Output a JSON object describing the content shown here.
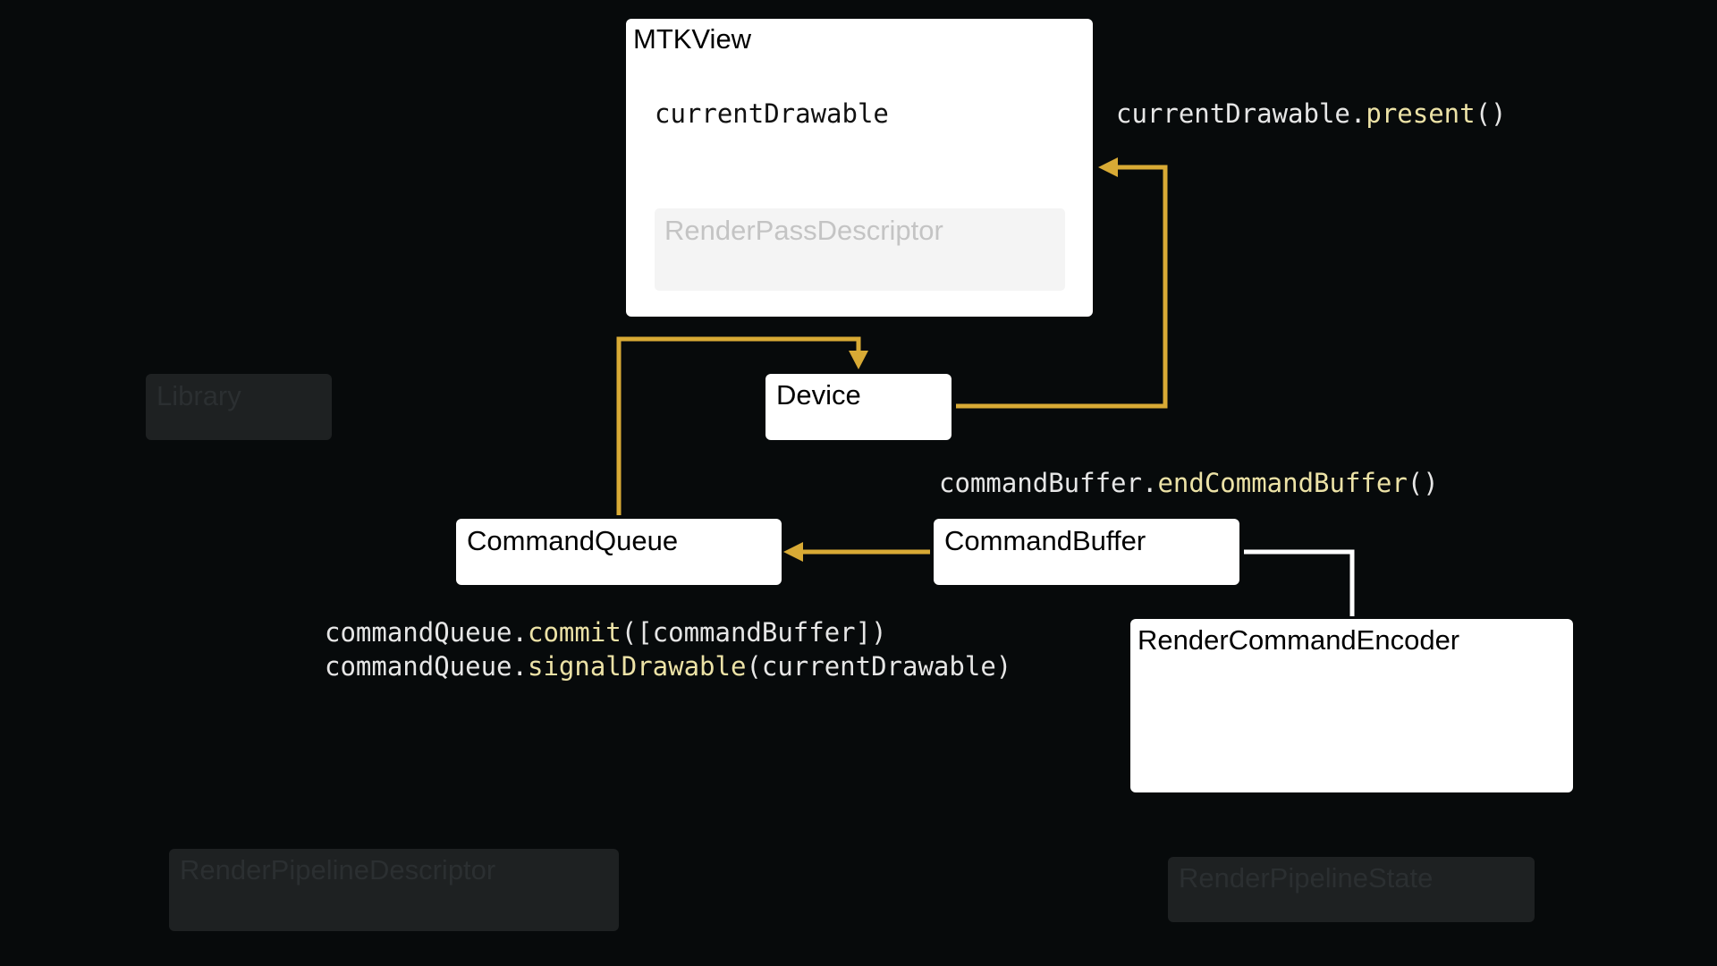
{
  "colors": {
    "background": "#070a0b",
    "box_active": "#ffffff",
    "box_inactive": "#1e2122",
    "arrow": "#d8aa35",
    "code_text": "#e6e6e6",
    "code_function": "#ece2a6"
  },
  "nodes": {
    "mtkview": {
      "title": "MTKView",
      "property": "currentDrawable",
      "render_pass_descriptor": "RenderPassDescriptor"
    },
    "library": "Library",
    "device": "Device",
    "command_queue": "CommandQueue",
    "command_buffer": "CommandBuffer",
    "render_command_encoder": "RenderCommandEncoder",
    "render_pipeline_descriptor": "RenderPipelineDescriptor",
    "render_pipeline_state": "RenderPipelineState"
  },
  "code": {
    "present": {
      "object": "currentDrawable.",
      "call": "present",
      "args": "()"
    },
    "end_command_buffer": {
      "object": "commandBuffer.",
      "call": "endCommandBuffer",
      "args": "()"
    },
    "commit": {
      "object": "commandQueue.",
      "call": "commit",
      "args": "([commandBuffer])"
    },
    "signal_drawable": {
      "object": "commandQueue.",
      "call": "signalDrawable",
      "args": "(currentDrawable)"
    }
  }
}
